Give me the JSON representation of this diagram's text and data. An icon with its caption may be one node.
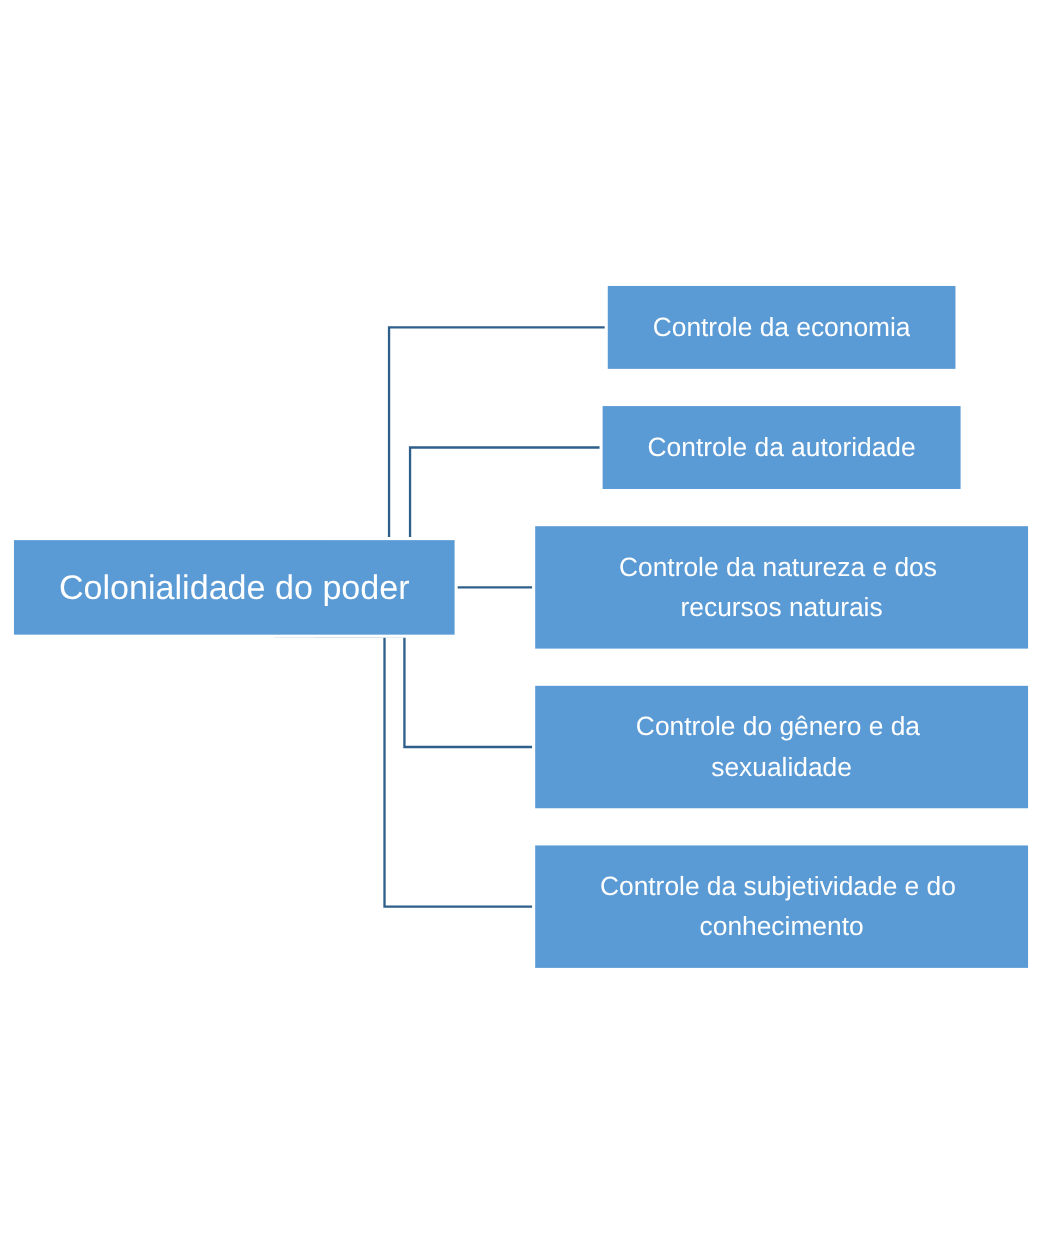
{
  "diagram": {
    "nodes": [
      {
        "text": [
          "Colonialidade do poder"
        ]
      },
      {
        "text": [
          "Controle da economia"
        ]
      },
      {
        "text": [
          "Controle da autoridade"
        ]
      },
      {
        "text": [
          "Controle da natureza e dos recursos naturais"
        ]
      },
      {
        "text": [
          "Controle do gênero e da sexualidade"
        ]
      },
      {
        "text": [
          "Controle da subjetividade e do conhecimento"
        ]
      }
    ],
    "edges": [
      {
        "from": 0,
        "to": 1,
        "arrow": "none"
      },
      {
        "from": 0,
        "to": 2,
        "arrow": "none"
      },
      {
        "from": 0,
        "to": 3,
        "arrow": "none"
      },
      {
        "from": 0,
        "to": 4,
        "arrow": "none"
      },
      {
        "from": 0,
        "to": 5,
        "arrow": "none"
      }
    ]
  }
}
